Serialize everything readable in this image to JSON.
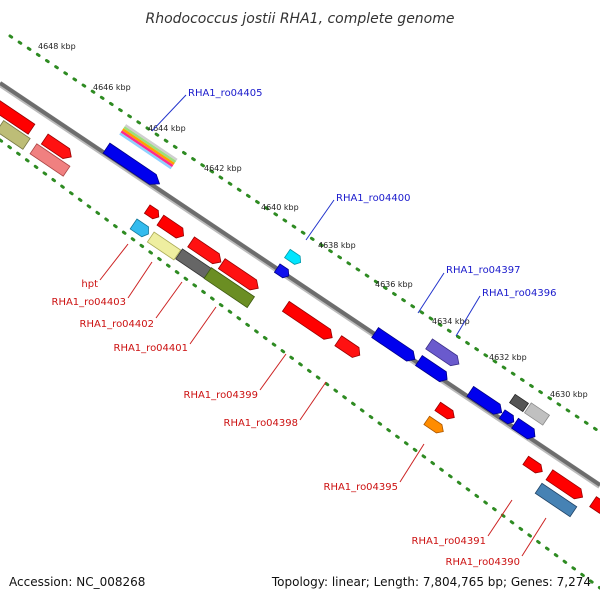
{
  "title": "Rhodococcus jostii RHA1, complete genome",
  "footer": {
    "accession": "Accession: NC_008268",
    "topology": "Topology: linear; Length: 7,804,765 bp; Genes: 7,274"
  },
  "ticks": [
    "4648 kbp",
    "4646 kbp",
    "4644 kbp",
    "4642 kbp",
    "4640 kbp",
    "4638 kbp",
    "4636 kbp",
    "4634 kbp",
    "4632 kbp",
    "4630 kbp"
  ],
  "top_labels": [
    "RHA1_ro04405",
    "RHA1_ro04400",
    "RHA1_ro04397",
    "RHA1_ro04396"
  ],
  "bottom_labels": [
    "hpt",
    "RHA1_ro04403",
    "RHA1_ro04402",
    "RHA1_ro04401",
    "RHA1_ro04399",
    "RHA1_ro04398",
    "RHA1_ro04395",
    "RHA1_ro04391",
    "RHA1_ro04390"
  ],
  "colors": {
    "backbone": "#777777",
    "tick_dots": "#2e8b22",
    "top_label": "#1a1acc",
    "bottom_label": "#cc1111",
    "leader_top": "#2233cc",
    "leader_bottom": "#cc2222"
  }
}
